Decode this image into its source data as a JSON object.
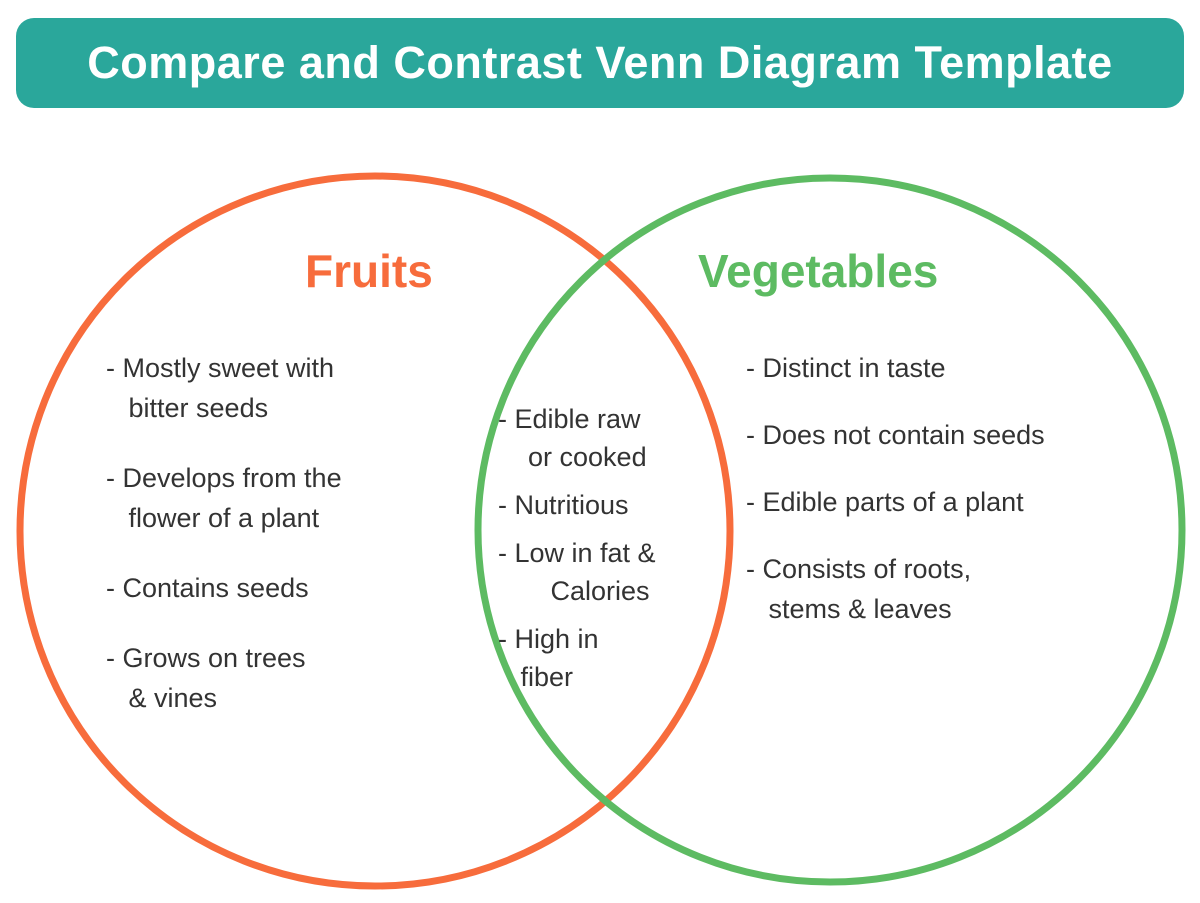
{
  "header": {
    "title": "Compare and Contrast Venn Diagram Template",
    "bg_color": "#2aa79b",
    "text_color": "#ffffff"
  },
  "diagram": {
    "left_circle": {
      "title": "Fruits",
      "color": "#f76c3c",
      "items": [
        "- Mostly sweet with\n   bitter seeds",
        "- Develops from the\n   flower of a plant",
        "- Contains seeds",
        "- Grows on trees\n   & vines"
      ]
    },
    "overlap": {
      "items": [
        "- Edible raw\n    or cooked",
        "- Nutritious",
        "- Low in fat &\n       Calories",
        "- High in\n   fiber"
      ]
    },
    "right_circle": {
      "title": "Vegetables",
      "color": "#5dbb62",
      "items": [
        "- Distinct in taste",
        "- Does not contain seeds",
        "- Edible parts of a plant",
        "- Consists of roots,\n   stems & leaves"
      ]
    },
    "text_color": "#333333"
  }
}
